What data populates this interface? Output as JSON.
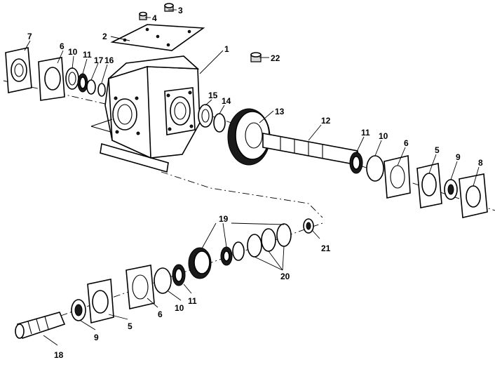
{
  "callouts": {
    "c1": "1",
    "c2": "2",
    "c3": "3",
    "c4": "4",
    "c5a": "5",
    "c5b": "5",
    "c6a": "6",
    "c6b": "6",
    "c6c": "6",
    "c7": "7",
    "c8": "8",
    "c9a": "9",
    "c9b": "9",
    "c10a": "10",
    "c10b": "10",
    "c10c": "10",
    "c11a": "11",
    "c11b": "11",
    "c11c": "11",
    "c12": "12",
    "c13": "13",
    "c14": "14",
    "c15": "15",
    "c16": "16",
    "c17": "17",
    "c18": "18",
    "c19": "19",
    "c20": "20",
    "c21": "21",
    "c22": "22"
  }
}
